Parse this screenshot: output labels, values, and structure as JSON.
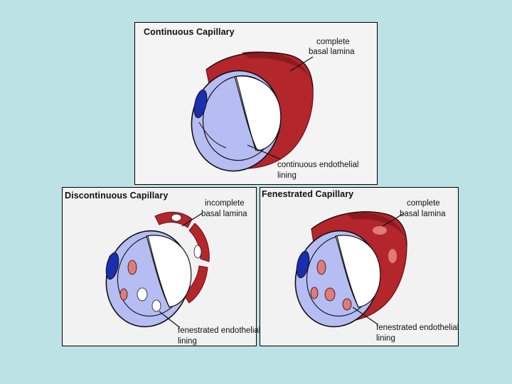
{
  "slide": {
    "background": "#bde2e6"
  },
  "panels": {
    "continuous": {
      "title": "Continuous Capillary",
      "label_top_1": "complete",
      "label_top_2": "basal lamina",
      "label_bottom_1": "continuous endothelial",
      "label_bottom_2": "lining"
    },
    "discontinuous": {
      "title": "Discontinuous Capillary",
      "label_top_1": "incomplete",
      "label_top_2": "basal lamina",
      "label_bottom_1": "fenestrated endothelial",
      "label_bottom_2": "lining"
    },
    "fenestrated": {
      "title": "Fenestrated Capillary",
      "label_top_1": "complete",
      "label_top_2": "basal lamina",
      "label_bottom_1": "fenestrated endothelial",
      "label_bottom_2": "lining"
    }
  },
  "colors": {
    "basal_lamina": "#b3262b",
    "basal_lamina_dark": "#8e1a1f",
    "endothelium": "#b6bdf3",
    "nucleus": "#1a2fae",
    "fenestra": "#e27a78"
  }
}
